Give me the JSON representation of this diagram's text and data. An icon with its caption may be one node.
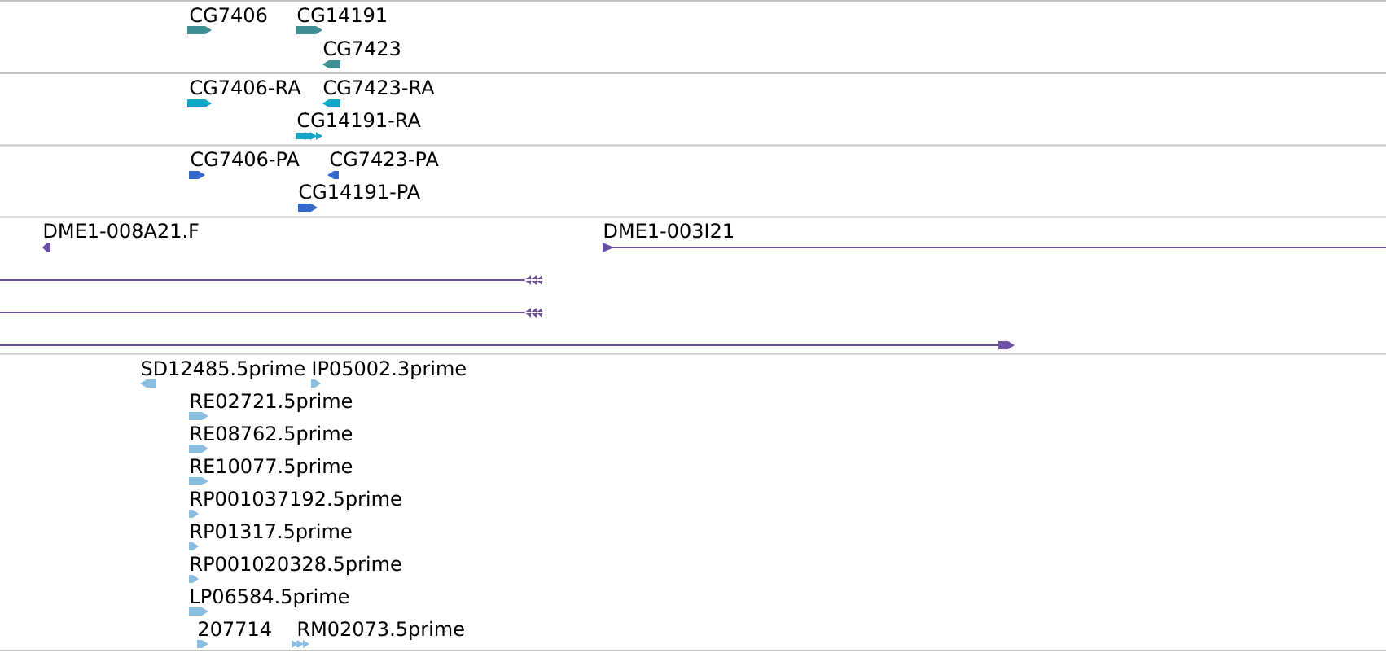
{
  "diagram": {
    "nodes": [
      {
        "text": [],
        "shape": "bar",
        "beside": [
          "CG7406"
        ]
      },
      {
        "text": [],
        "shape": "bar",
        "beside": [
          "CG14191"
        ]
      },
      {
        "text": [],
        "shape": "bar",
        "beside": [
          "CG7423"
        ]
      },
      {
        "text": [],
        "shape": "bar",
        "beside": [
          "CG7406-RA"
        ]
      },
      {
        "text": [],
        "shape": "bar",
        "beside": [
          "CG7423-RA"
        ]
      },
      {
        "text": [],
        "shape": "bar",
        "beside": [
          "CG14191-RA"
        ]
      },
      {
        "text": [],
        "shape": "bar",
        "beside": [
          "CG7406-PA"
        ]
      },
      {
        "text": [],
        "shape": "bar",
        "beside": [
          "CG7423-PA"
        ]
      },
      {
        "text": [],
        "shape": "bar",
        "beside": [
          "CG14191-PA"
        ]
      },
      {
        "text": [],
        "shape": "bar",
        "beside": [
          "DME1-008A21.F"
        ]
      },
      {
        "text": [],
        "shape": "bar",
        "beside": [
          "DME1-003I21"
        ]
      },
      {
        "text": [],
        "shape": "bar"
      },
      {
        "text": [],
        "shape": "bar"
      },
      {
        "text": [],
        "shape": "bar"
      },
      {
        "text": [],
        "shape": "bar",
        "beside": [
          "SD12485.5prime"
        ]
      },
      {
        "text": [],
        "shape": "bar",
        "beside": [
          "IP05002.3prime"
        ]
      },
      {
        "text": [],
        "shape": "bar",
        "beside": [
          "RE02721.5prime"
        ]
      },
      {
        "text": [],
        "shape": "bar",
        "beside": [
          "RE08762.5prime"
        ]
      },
      {
        "text": [],
        "shape": "bar",
        "beside": [
          "RE10077.5prime"
        ]
      },
      {
        "text": [],
        "shape": "bar",
        "beside": [
          "RP001037192.5prime"
        ]
      },
      {
        "text": [],
        "shape": "bar",
        "beside": [
          "RP01317.5prime"
        ]
      },
      {
        "text": [],
        "shape": "bar",
        "beside": [
          "RP001020328.5prime"
        ]
      },
      {
        "text": [],
        "shape": "bar",
        "beside": [
          "LP06584.5prime"
        ]
      },
      {
        "text": [],
        "shape": "bar",
        "beside": [
          "207714"
        ]
      },
      {
        "text": [],
        "shape": "bar",
        "beside": [
          "RM02073.5prime"
        ]
      }
    ]
  }
}
